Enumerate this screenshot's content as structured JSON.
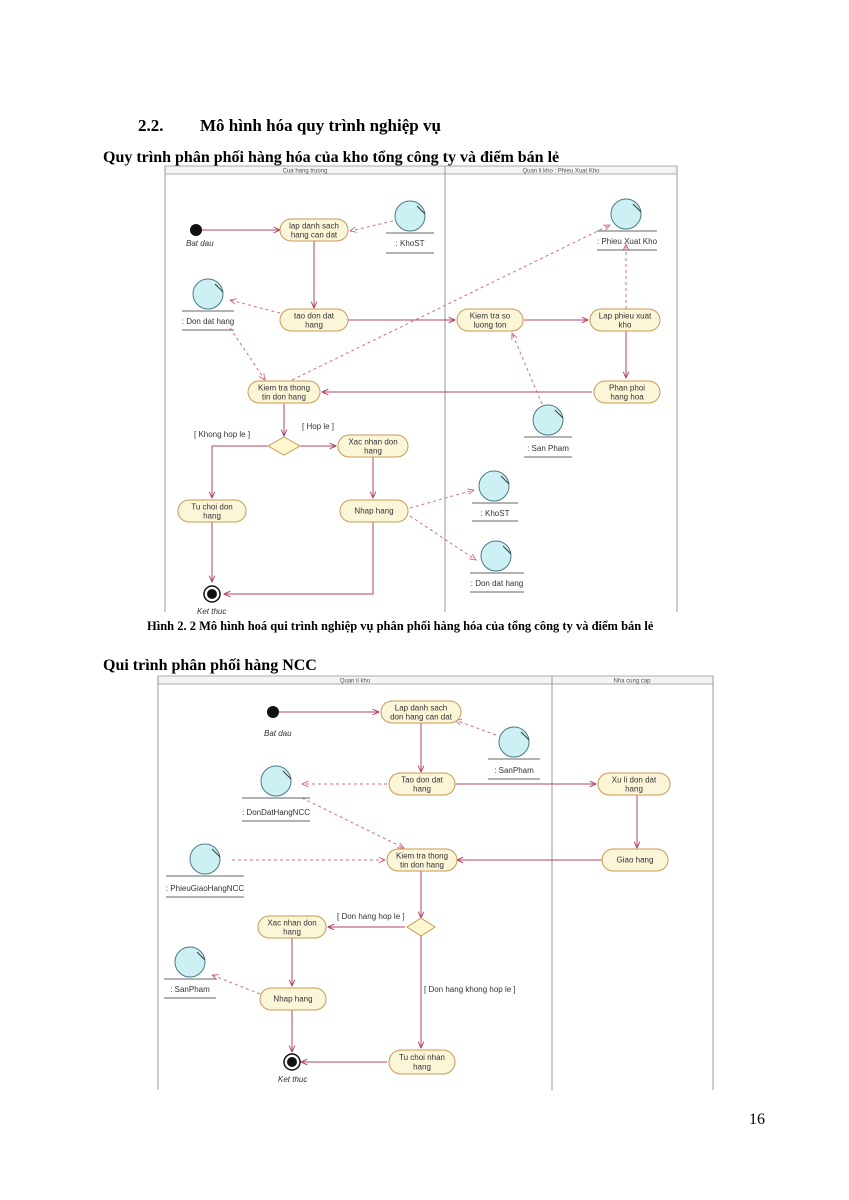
{
  "section": {
    "number": "2.2.",
    "title": "Mô hình hóa quy trình nghiệp vụ"
  },
  "diagram1": {
    "heading": "Quy trình phân phối hàng hóa của kho tổng công ty và điểm bán lẻ",
    "lanes": [
      "Cua hang truong",
      "Quan li kho : Phieu Xuat Kho"
    ],
    "start_label": "Bat dau",
    "end_label": "Ket thuc",
    "activities": {
      "lap_ds": [
        "lap danh sach",
        "hang can dat"
      ],
      "tao_dh": [
        "tao don dat",
        "hang"
      ],
      "kiem_tra_tt": [
        "Kiem tra thong",
        "tin don hang"
      ],
      "xac_nhan": [
        "Xac nhan don",
        "hang"
      ],
      "tu_choi": [
        "Tu choi don",
        "hang"
      ],
      "nhap_hang": [
        "Nhap hang"
      ],
      "kiem_tra_sl": [
        "Kiem tra so",
        "luong ton"
      ],
      "lap_phieu": [
        "Lap phieu xuat",
        "kho"
      ],
      "phan_phoi": [
        "Phan phoi",
        "hang hoa"
      ]
    },
    "objects": {
      "khost1": ": KhoST",
      "dondathang1": ": Don dat hang",
      "phieuxuatkho": ": Phieu Xuat Kho",
      "sanpham": ": San Pham",
      "khost2": ": KhoST",
      "dondathang2": ": Don dat hang"
    },
    "guards": {
      "valid": "[ Hop le ]",
      "invalid": "[ Khong hop le ]"
    }
  },
  "caption": "Hình 2. 2 Mô hình hoá qui trình nghiệp vụ phân phối hàng hóa của tổng công ty và điểm bán lẻ",
  "diagram2": {
    "heading": "Qui trình phân phối hàng NCC",
    "lanes": [
      "Quan li kho",
      "Nha cung cap"
    ],
    "start_label": "Bat dau",
    "end_label": "Ket thuc",
    "activities": {
      "lap_ds": [
        "Lap danh sach",
        "don hang can dat"
      ],
      "tao_dh": [
        "Tao don dat",
        "hang"
      ],
      "xu_li": [
        "Xu li don dat",
        "hang"
      ],
      "giao_hang": [
        "Giao hang"
      ],
      "kiem_tra_tt": [
        "Kiem tra thong",
        "tin don hang"
      ],
      "xac_nhan": [
        "Xac nhan don",
        "hang"
      ],
      "nhap_hang": [
        "Nhap hang"
      ],
      "tu_choi": [
        "Tu choi nhan",
        "hang"
      ]
    },
    "objects": {
      "sanpham1": ": SanPham",
      "dondathangncc": ": DonDatHangNCC",
      "phieugiaohangncc": ": PhieuGiaoHangNCC",
      "sanpham2": ": SanPham"
    },
    "guards": {
      "valid": "[ Don hang hop le ]",
      "invalid": "[ Don hang khong hop le ]"
    }
  },
  "page_number": "16"
}
